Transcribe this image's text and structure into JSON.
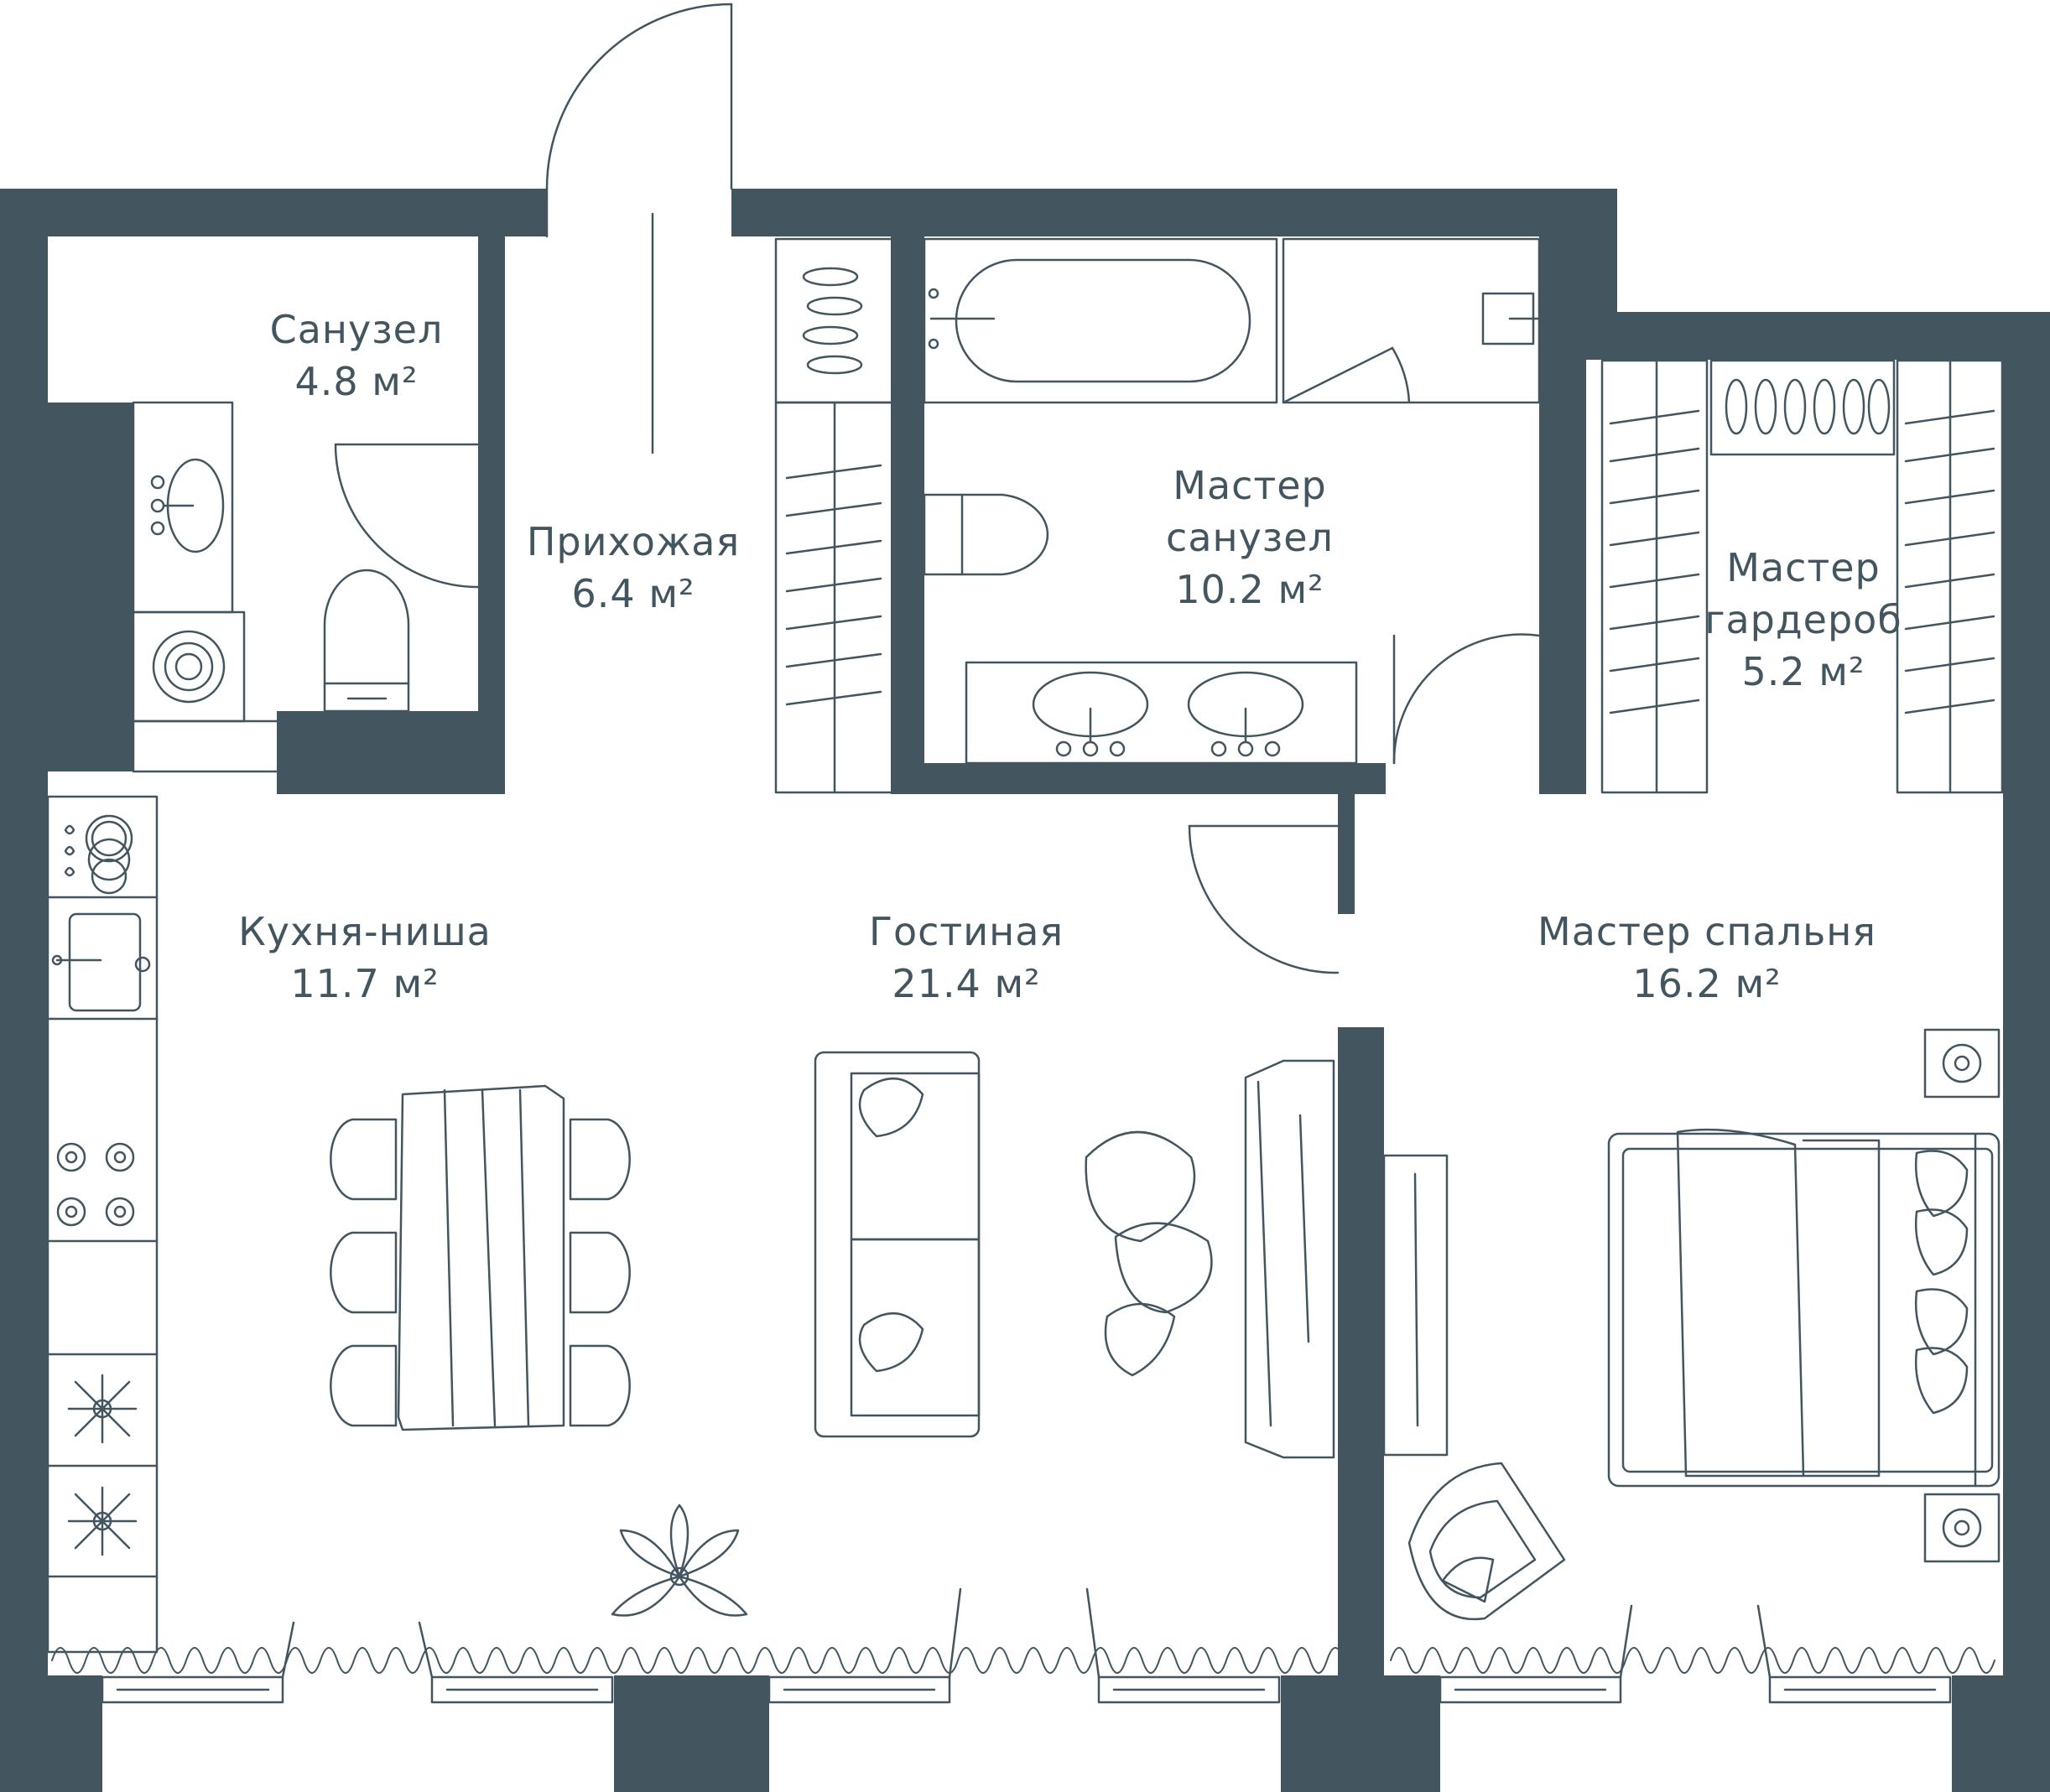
{
  "colors": {
    "wall": "#43555f",
    "line": "#43555f",
    "background": "#ffffff",
    "text": "#43555f"
  },
  "rooms": {
    "bathroom": {
      "name": "Санузел",
      "area": "4.8 м²"
    },
    "hallway": {
      "name": "Прихожая",
      "area": "6.4 м²"
    },
    "master_bathroom": {
      "name_line1": "Мастер",
      "name_line2": "санузел",
      "area": "10.2 м²"
    },
    "master_wardrobe": {
      "name_line1": "Мастер",
      "name_line2": "гардероб",
      "area": "5.2 м²"
    },
    "kitchen": {
      "name": "Кухня-ниша",
      "area": "11.7 м²"
    },
    "living_room": {
      "name": "Гостиная",
      "area": "21.4 м²"
    },
    "master_bedroom": {
      "name": "Мастер спальня",
      "area": "16.2 м²"
    }
  },
  "icons": [
    "front-door-icon",
    "toilet-icon",
    "sink-icon",
    "washing-machine-icon",
    "bathtub-icon",
    "shower-icon",
    "double-sink-icon",
    "shoe-rack-icon",
    "wardrobe-rail-icon",
    "stove-icon",
    "dining-table-icon",
    "sofa-icon",
    "coffee-table-icon",
    "tv-stand-icon",
    "bed-icon",
    "nightstand-icon",
    "armchair-icon",
    "plant-icon",
    "window-icon",
    "radiator-icon"
  ]
}
